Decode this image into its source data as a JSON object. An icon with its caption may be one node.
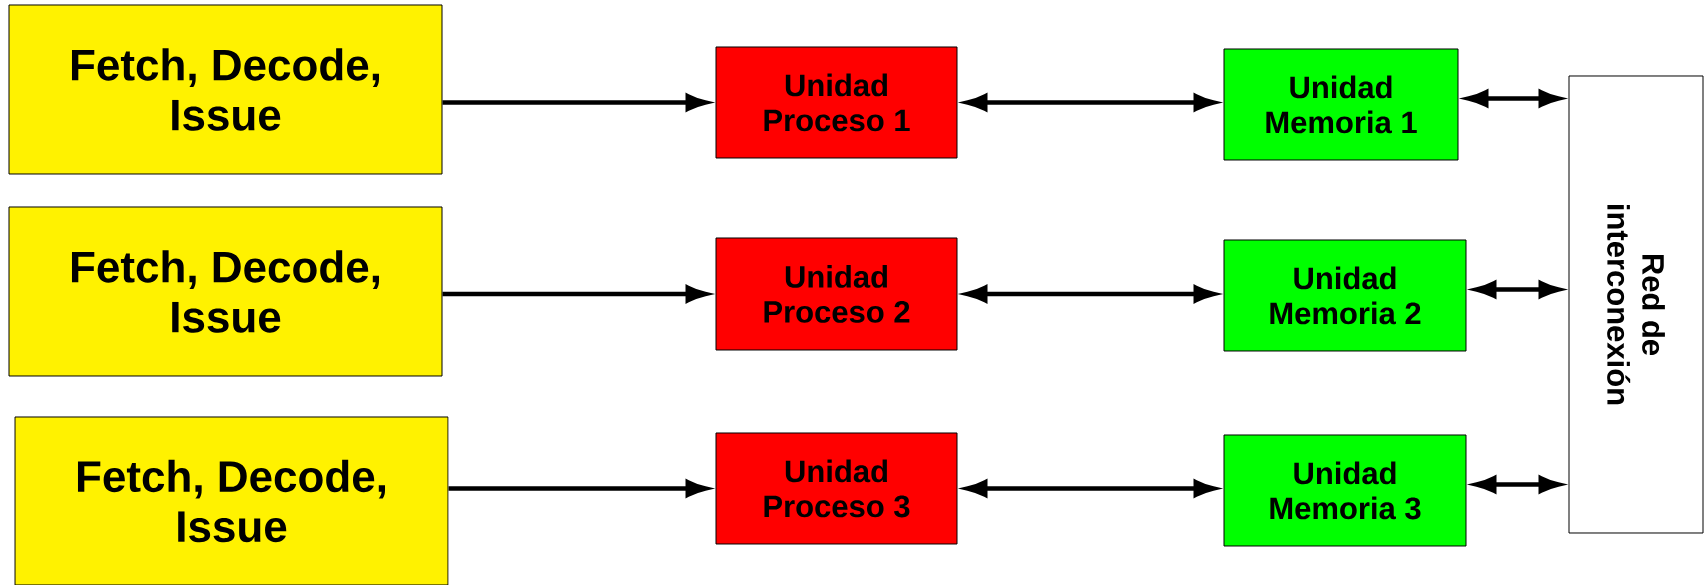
{
  "diagram": {
    "nodes": [
      {
        "text": [
          "Fetch, Decode, Issue"
        ]
      },
      {
        "text": [
          "Fetch, Decode, Issue"
        ]
      },
      {
        "text": [
          "Fetch, Decode, Issue"
        ]
      },
      {
        "text": [
          "Unidad Proceso 1"
        ]
      },
      {
        "text": [
          "Unidad Proceso 2"
        ]
      },
      {
        "text": [
          "Unidad Proceso 3"
        ]
      },
      {
        "text": [
          "Unidad Memoria 1"
        ]
      },
      {
        "text": [
          "Unidad Memoria 2"
        ]
      },
      {
        "text": [
          "Unidad Memoria 3"
        ]
      },
      {
        "text": [
          "Red de interconexión"
        ]
      }
    ],
    "edges": [
      {
        "from": 0,
        "to": 3,
        "arrow": "to"
      },
      {
        "from": 1,
        "to": 4,
        "arrow": "to"
      },
      {
        "from": 2,
        "to": 5,
        "arrow": "to"
      },
      {
        "from": 3,
        "to": 6,
        "arrow": "both"
      },
      {
        "from": 4,
        "to": 7,
        "arrow": "both"
      },
      {
        "from": 5,
        "to": 8,
        "arrow": "both"
      },
      {
        "from": 6,
        "to": 9,
        "arrow": "both"
      },
      {
        "from": 7,
        "to": 9,
        "arrow": "both"
      },
      {
        "from": 8,
        "to": 9,
        "arrow": "both"
      }
    ]
  }
}
